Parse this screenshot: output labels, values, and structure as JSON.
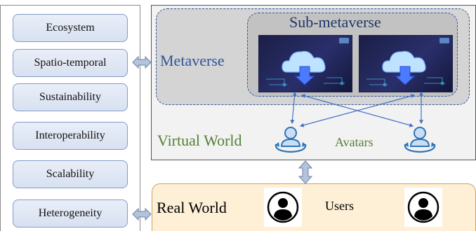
{
  "attributes": [
    "Ecosystem",
    "Spatio-temporal",
    "Sustainability",
    "Interoperability",
    "Scalability",
    "Heterogeneity"
  ],
  "labels": {
    "metaverse": "Metaverse",
    "sub_metaverse": "Sub-metaverse",
    "virtual_world": "Virtual World",
    "avatars": "Avatars",
    "real_world": "Real World",
    "users": "Users"
  },
  "icons": {
    "thumbnail": "cloud-computing-icon",
    "avatar": "avatar-person-icon",
    "user": "user-person-icon"
  },
  "colors": {
    "attribute_fill": "#dfe6f4",
    "attribute_border": "#7f9bc8",
    "metaverse_text": "#2f5597",
    "virtual_world_text": "#538135",
    "link_color": "#4472c4",
    "real_world_fill": "#fdf0d6"
  }
}
